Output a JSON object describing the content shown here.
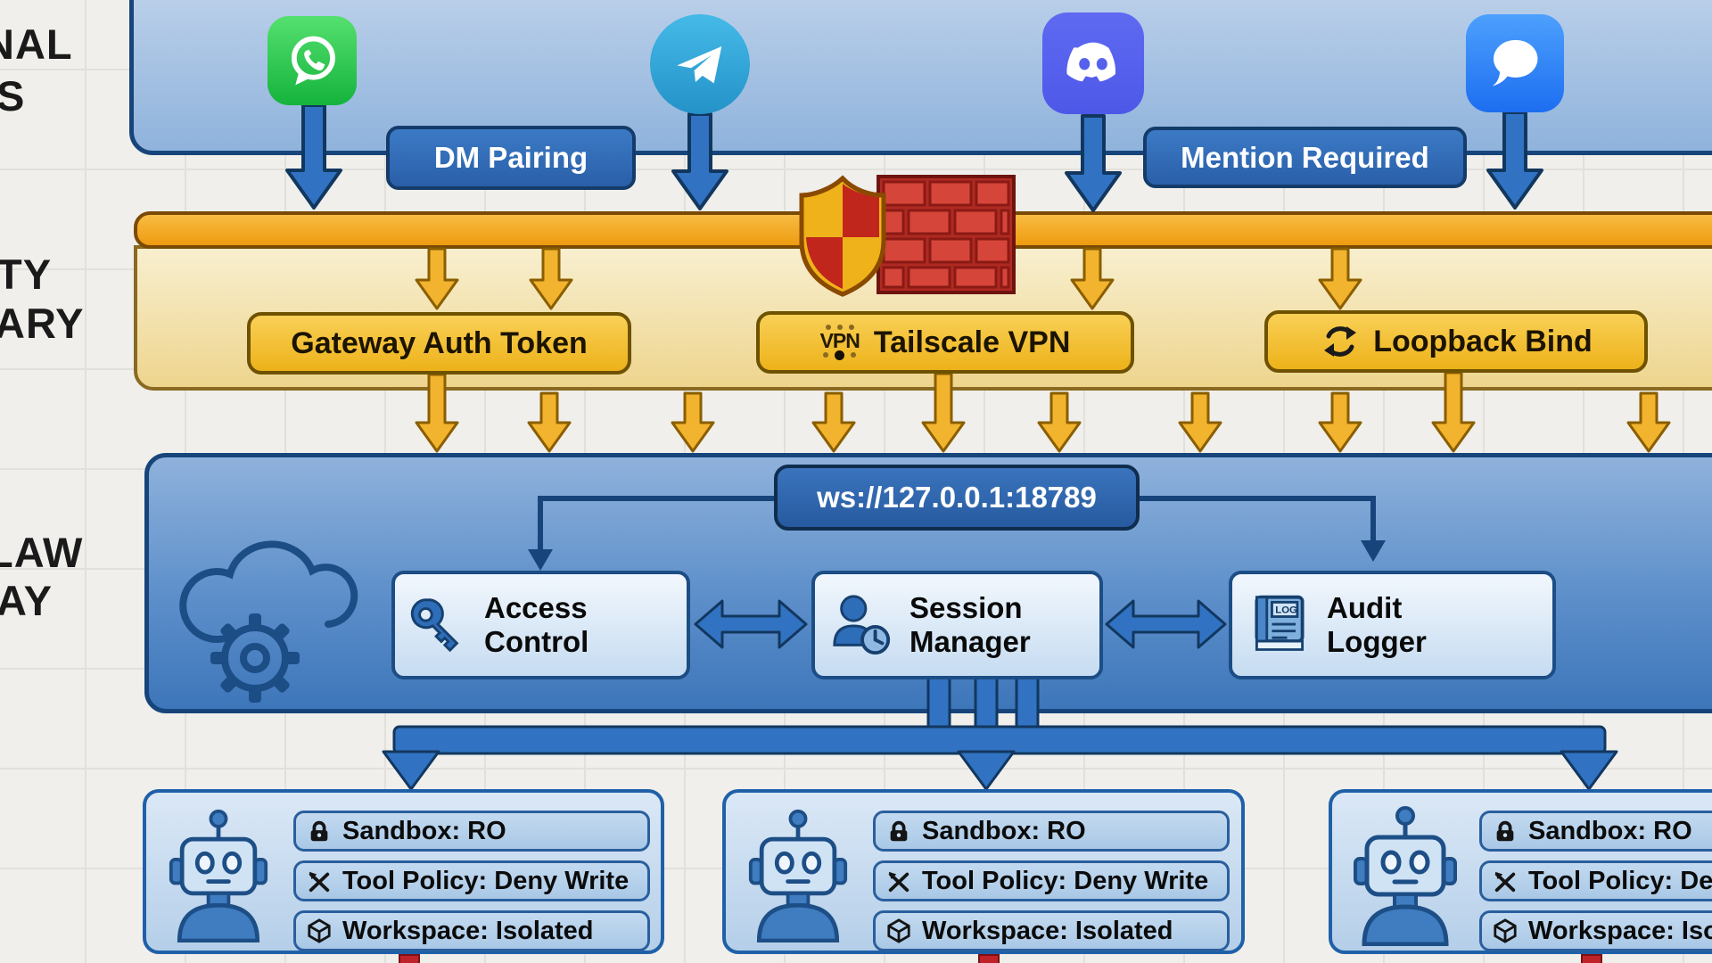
{
  "left_margin": {
    "fragments": [
      "NAL",
      "S",
      "TY",
      "ARY",
      "LAW",
      "AY"
    ]
  },
  "channels": {
    "icons": [
      {
        "name": "whatsapp-icon"
      },
      {
        "name": "telegram-icon"
      },
      {
        "name": "discord-icon"
      },
      {
        "name": "imessage-icon"
      }
    ]
  },
  "badges": {
    "dm_pairing": "DM Pairing",
    "mention_required": "Mention Required"
  },
  "security_layer": {
    "gateway_auth": "Gateway Auth Token",
    "vpn_badge": "VPN",
    "tailscale": "Tailscale VPN",
    "loopback": "Loopback Bind",
    "icons": [
      {
        "name": "shield-icon"
      },
      {
        "name": "firewall-icon"
      },
      {
        "name": "loop-icon"
      }
    ]
  },
  "gateway_layer": {
    "ws_endpoint": "ws://127.0.0.1:18789",
    "access_control": {
      "line1": "Access",
      "line2": "Control"
    },
    "session_manager": {
      "line1": "Session",
      "line2": "Manager"
    },
    "audit_logger": {
      "line1": "Audit",
      "line2": "Logger"
    },
    "log_icon_text": "LOG",
    "icons": [
      {
        "name": "cloud-gear-icon"
      },
      {
        "name": "key-icon"
      },
      {
        "name": "person-clock-icon"
      },
      {
        "name": "log-book-icon"
      }
    ]
  },
  "agents": {
    "cards": [
      {
        "rows": [
          {
            "icon": "lock-icon",
            "text": "Sandbox: RO"
          },
          {
            "icon": "tools-icon",
            "text": "Tool Policy: Deny Write"
          },
          {
            "icon": "cube-icon",
            "text": "Workspace: Isolated"
          }
        ]
      },
      {
        "rows": [
          {
            "icon": "lock-icon",
            "text": "Sandbox: RO"
          },
          {
            "icon": "tools-icon",
            "text": "Tool Policy: Deny Write"
          },
          {
            "icon": "cube-icon",
            "text": "Workspace: Isolated"
          }
        ]
      },
      {
        "rows": [
          {
            "icon": "lock-icon",
            "text": "Sandbox: RO"
          },
          {
            "icon": "tools-icon",
            "text": "Tool Policy: Deny Write"
          },
          {
            "icon": "cube-icon",
            "text": "Workspace: Isolated"
          }
        ]
      }
    ]
  },
  "colors": {
    "band_blue": "#3d76ba",
    "band_orange": "#ee9b10",
    "chip_blue": "#2a5fa8",
    "yellow_box": "#edb21a",
    "arrow_blue": "#3173c2",
    "arrow_yellow": "#f2b32e",
    "whatsapp_green": "#14b33c",
    "telegram_blue": "#2492c8",
    "discord_blurple": "#4d58e8",
    "imessage_blue": "#1d6ef0"
  }
}
